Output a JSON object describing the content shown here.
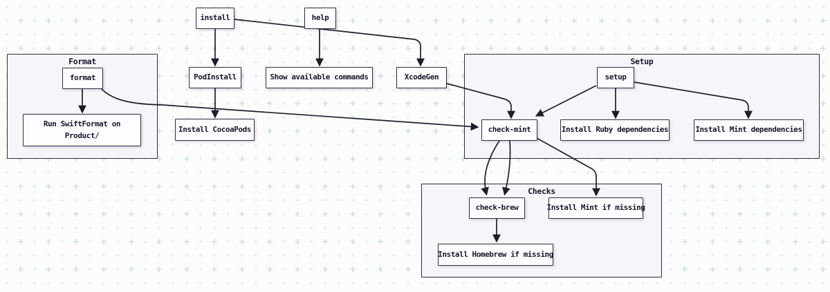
{
  "diagram": {
    "type": "flowchart",
    "groups": {
      "format": {
        "label": "Format"
      },
      "setup": {
        "label": "Setup"
      },
      "checks": {
        "label": "Checks"
      }
    },
    "nodes": {
      "install": {
        "label": "install"
      },
      "help": {
        "label": "help"
      },
      "podinstall": {
        "label": "PodInstall"
      },
      "show_commands": {
        "label": "Show available commands"
      },
      "xcodegen": {
        "label": "XcodeGen"
      },
      "install_cocoapods": {
        "label": "Install CocoaPods"
      },
      "format": {
        "label": "format"
      },
      "run_swiftformat": {
        "label": "Run SwiftFormat on Product/"
      },
      "setup": {
        "label": "setup"
      },
      "check_mint": {
        "label": "check-mint"
      },
      "install_ruby": {
        "label": "Install Ruby dependencies"
      },
      "install_mint_deps": {
        "label": "Install Mint dependencies"
      },
      "check_brew": {
        "label": "check-brew"
      },
      "install_mint_missing": {
        "label": "Install Mint if missing"
      },
      "install_homebrew_missing": {
        "label": "Install Homebrew if missing"
      }
    },
    "edges": [
      "install -> PodInstall",
      "install -> XcodeGen",
      "help -> Show available commands",
      "PodInstall -> Install CocoaPods",
      "format -> Run SwiftFormat on Product/",
      "format -> check-mint",
      "XcodeGen -> check-mint",
      "setup -> check-mint",
      "setup -> Install Ruby dependencies",
      "setup -> Install Mint dependencies",
      "check-mint -> check-brew",
      "check-mint -> check-brew",
      "check-mint -> Install Mint if missing",
      "check-brew -> Install Homebrew if missing"
    ],
    "colors": {
      "background": "#fcfcfd",
      "dot_small": "#dfeae6",
      "dot_large": "#cbe1da",
      "group_fill": "#f6f6fa",
      "node_fill": "#fdfdff",
      "border": "#2b2b44",
      "edge": "#1d1e2b",
      "text": "#16162b"
    }
  }
}
